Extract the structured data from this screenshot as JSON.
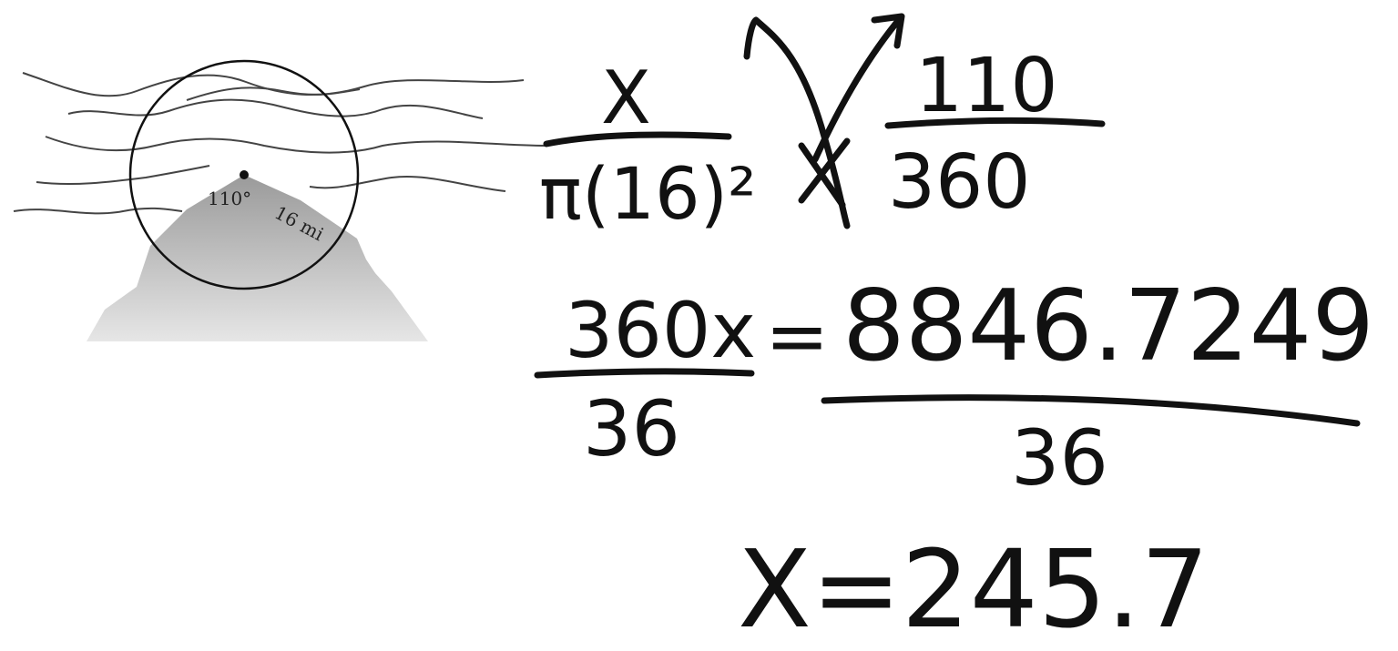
{
  "diagram": {
    "angle_label": "110°",
    "radius_label": "16 mi"
  },
  "work": {
    "line1": {
      "left_numerator": "X",
      "left_denominator": "π(16)²",
      "right_numerator": "110",
      "right_denominator": "360"
    },
    "line2": {
      "left_numerator": "360x",
      "left_denominator": "36",
      "equals": "=",
      "right_numerator": "8846.7249",
      "right_denominator": "36"
    },
    "line3": {
      "result": "X=245.7"
    }
  }
}
